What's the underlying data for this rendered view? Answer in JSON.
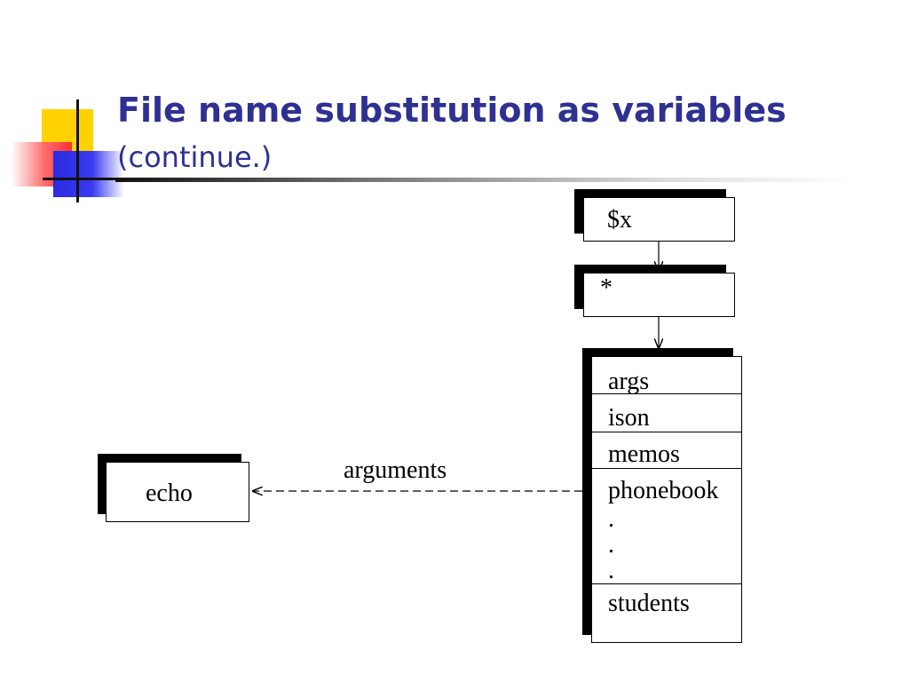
{
  "title": "File name substitution as variables",
  "subtitle": "(continue.)",
  "diagram": {
    "variable_box": {
      "label": "$x"
    },
    "pattern_box": {
      "label": "*"
    },
    "file_list": {
      "items": [
        "args",
        "ison",
        "memos",
        "phonebook"
      ],
      "ellipsis": [
        ".",
        ".",
        "."
      ],
      "last_item": "students"
    },
    "command_box": {
      "label": "echo"
    },
    "edge_label": "arguments"
  }
}
